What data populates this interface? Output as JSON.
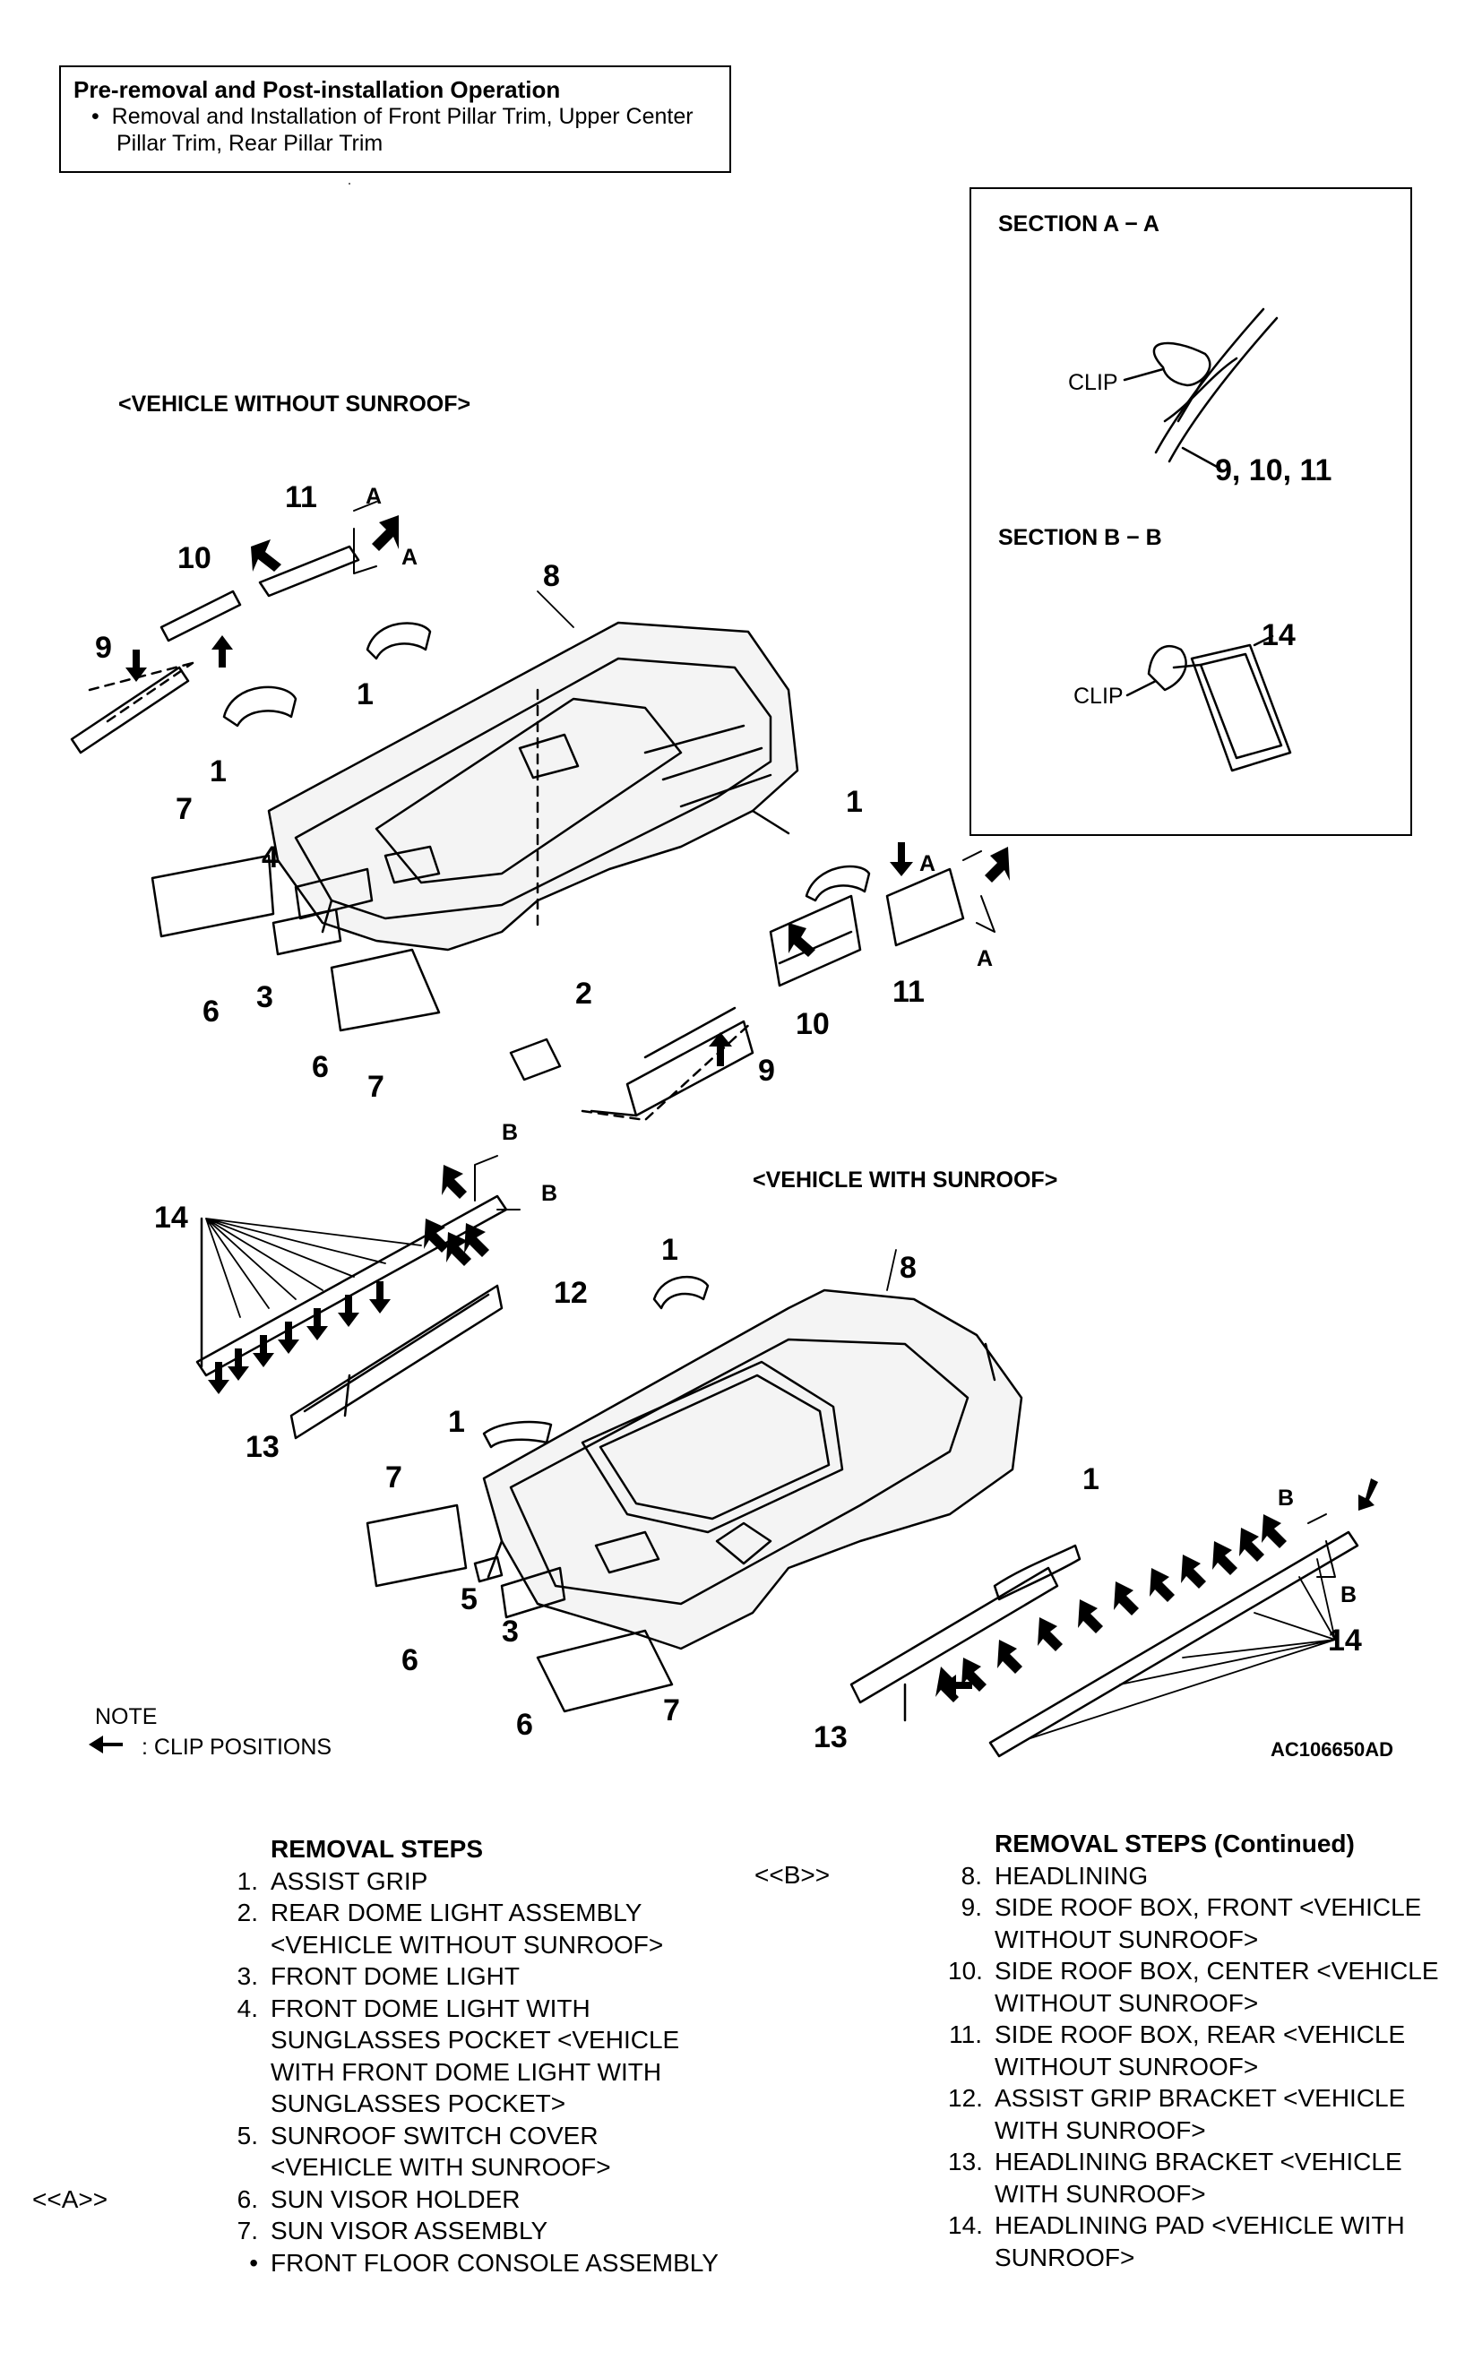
{
  "pre": {
    "title": "Pre-removal and Post-installation Operation",
    "bullet": "•",
    "item": "Removal and Installation of Front Pillar Trim, Upper Center Pillar Trim, Rear Pillar Trim"
  },
  "section_a": {
    "title": "SECTION A − A",
    "clip": "CLIP",
    "part": "9, 10, 11"
  },
  "section_b": {
    "title": "SECTION B − B",
    "clip": "CLIP",
    "part": "14"
  },
  "without_sunroof": {
    "title": "<VEHICLE WITHOUT SUNROOF>",
    "labels": [
      "11",
      "10",
      "9",
      "8",
      "1",
      "1",
      "7",
      "4",
      "3",
      "6",
      "2",
      "6",
      "7",
      "1",
      "11",
      "10",
      "9"
    ],
    "section_marks": [
      "A",
      "A",
      "A",
      "A"
    ]
  },
  "with_sunroof": {
    "title": "<VEHICLE WITH SUNROOF>",
    "labels": [
      "14",
      "1",
      "8",
      "12",
      "1",
      "13",
      "7",
      "5",
      "3",
      "6",
      "6",
      "7",
      "1",
      "13",
      "14"
    ],
    "section_marks": [
      "B",
      "B",
      "B",
      "B"
    ]
  },
  "note": {
    "title": "NOTE",
    "legend": ": CLIP POSITIONS"
  },
  "figure_code": "AC106650AD",
  "removal_steps": {
    "title": "REMOVAL STEPS",
    "items": [
      {
        "n": "1.",
        "text": "ASSIST GRIP"
      },
      {
        "n": "2.",
        "text": "REAR DOME LIGHT ASSEMBLY <VEHICLE WITHOUT SUNROOF>"
      },
      {
        "n": "3.",
        "text": "FRONT DOME LIGHT"
      },
      {
        "n": "4.",
        "text": "FRONT DOME LIGHT WITH SUNGLASSES POCKET <VEHICLE WITH FRONT DOME LIGHT WITH SUNGLASSES POCKET>"
      },
      {
        "n": "5.",
        "text": "SUNROOF SWITCH COVER <VEHICLE WITH SUNROOF>"
      },
      {
        "n": "6.",
        "text": "SUN VISOR HOLDER",
        "tag": "<<A>>"
      },
      {
        "n": "7.",
        "text": "SUN VISOR ASSEMBLY"
      },
      {
        "n": "•",
        "text": "FRONT FLOOR CONSOLE ASSEMBLY"
      }
    ]
  },
  "removal_steps_cont": {
    "title": "REMOVAL STEPS (Continued)",
    "items": [
      {
        "n": "8.",
        "text": "HEADLINING",
        "tag": "<<B>>"
      },
      {
        "n": "9.",
        "text": "SIDE ROOF BOX, FRONT <VEHICLE WITHOUT SUNROOF>"
      },
      {
        "n": "10.",
        "text": "SIDE ROOF BOX, CENTER <VEHICLE WITHOUT SUNROOF>"
      },
      {
        "n": "11.",
        "text": "SIDE ROOF BOX, REAR <VEHICLE WITHOUT SUNROOF>"
      },
      {
        "n": "12.",
        "text": "ASSIST GRIP BRACKET <VEHICLE WITH SUNROOF>"
      },
      {
        "n": "13.",
        "text": "HEADLINING BRACKET <VEHICLE WITH SUNROOF>"
      },
      {
        "n": "14.",
        "text": "HEADLINING PAD <VEHICLE WITH SUNROOF>"
      }
    ]
  }
}
